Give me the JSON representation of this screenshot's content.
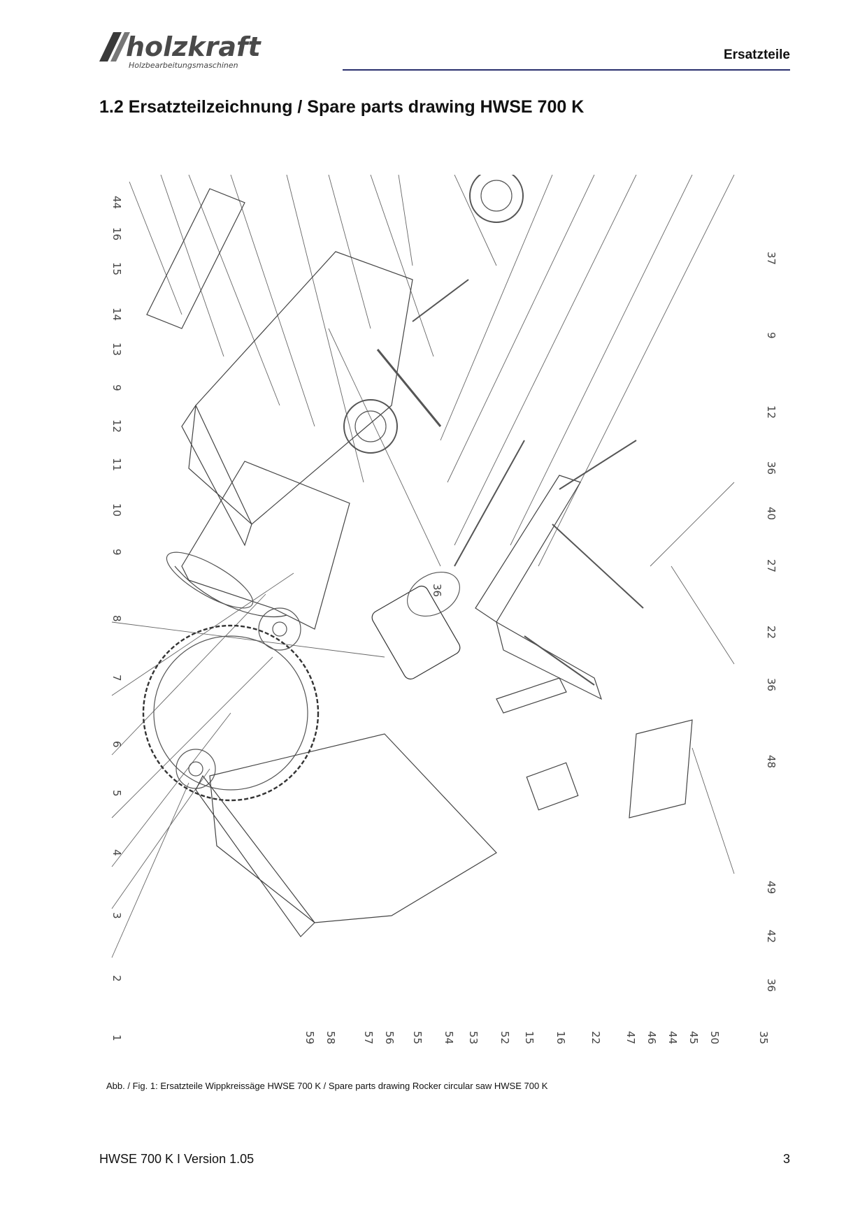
{
  "header": {
    "brand_name": "holzkraft",
    "brand_tagline": "Holzbearbeitungsmaschinen",
    "section_label": "Ersatzteile"
  },
  "title": "1.2  Ersatzteilzeichnung / Spare parts drawing HWSE 700 K",
  "drawing": {
    "left_labels": [
      "44",
      "16",
      "15",
      "14",
      "13",
      "9",
      "12",
      "11",
      "10",
      "9",
      "8",
      "7",
      "6",
      "5",
      "4",
      "3",
      "2",
      "1"
    ],
    "right_labels": [
      "37",
      "9",
      "12",
      "36",
      "40",
      "27",
      "22",
      "36",
      "48",
      "49",
      "42",
      "36"
    ],
    "bottom_labels": [
      "59",
      "58",
      "57",
      "56",
      "55",
      "54",
      "53",
      "52",
      "15",
      "16",
      "22",
      "47",
      "46",
      "44",
      "45",
      "50",
      "35"
    ],
    "inner_label": "36"
  },
  "caption": "Abb. / Fig. 1: Ersatzteile Wippkreissäge HWSE 700 K / Spare parts drawing Rocker circular saw HWSE 700 K",
  "footer": {
    "doc_version": "HWSE 700 K I Version 1.05",
    "page_number": "3"
  }
}
